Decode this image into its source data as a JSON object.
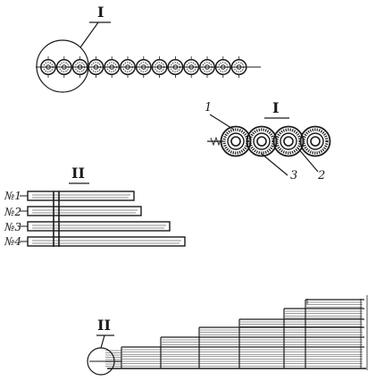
{
  "detail_labels": {
    "detail_i_top": "I",
    "detail_i_cross_section": "I",
    "detail_ii_side": "II",
    "detail_ii_bottom": "II"
  },
  "cross_section_callouts": {
    "callout_1": "1",
    "callout_2": "2",
    "callout_3": "3"
  },
  "strand_labels": [
    "№1",
    "№2",
    "№3",
    "№4"
  ],
  "colors": {
    "ink": "#1a1a1a",
    "paper": "#ffffff"
  }
}
